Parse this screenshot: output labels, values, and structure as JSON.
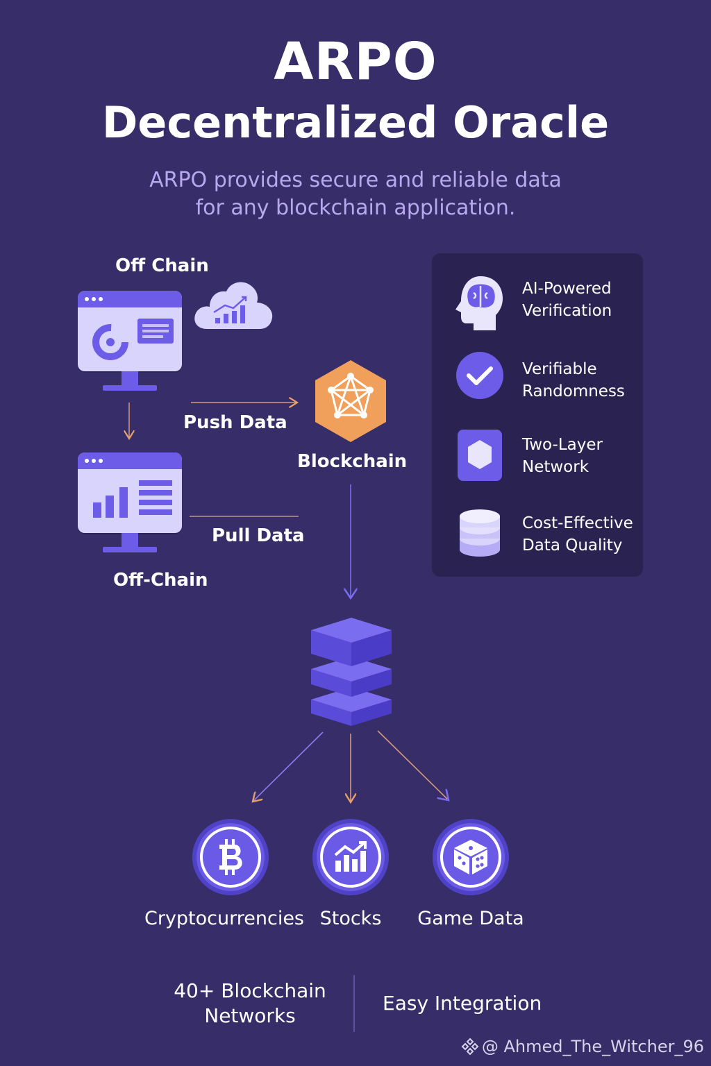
{
  "header": {
    "title_line1": "ARPO",
    "title_line2": "Decentralized Oracle",
    "subtitle_line1": "ARPO provides secure and reliable data",
    "subtitle_line2": "for any blockchain application."
  },
  "diagram": {
    "off_chain_top_label": "Off Chain",
    "off_chain_bottom_label": "Off-Chain",
    "push_label": "Push Data",
    "pull_label": "Pull Data",
    "blockchain_label": "Blockchain"
  },
  "features": [
    {
      "line1": "AI-Powered",
      "line2": "Verification",
      "icon": "brain-head-icon"
    },
    {
      "line1": "Verifiable",
      "line2": "Randomness",
      "icon": "check-circle-icon"
    },
    {
      "line1": "Two-Layer",
      "line2": "Network",
      "icon": "hexagon-icon"
    },
    {
      "line1": "Cost-Effective",
      "line2": "Data Quality",
      "icon": "coin-stack-icon"
    }
  ],
  "categories": [
    {
      "label": "Cryptocurrencies",
      "icon": "bitcoin-icon"
    },
    {
      "label": "Stocks",
      "icon": "chart-up-icon"
    },
    {
      "label": "Game Data",
      "icon": "dice-icon"
    }
  ],
  "footer": {
    "left_line1": "40+ Blockchain",
    "left_line2": "Networks",
    "right": "Easy Integration"
  },
  "watermark": "@ Ahmed_The_Witcher_96",
  "colors": {
    "background": "#372d68",
    "panel": "#2a2352",
    "accent_purple": "#6c5ce7",
    "accent_orange": "#f0a05a",
    "subtitle": "#b6a9f0"
  }
}
